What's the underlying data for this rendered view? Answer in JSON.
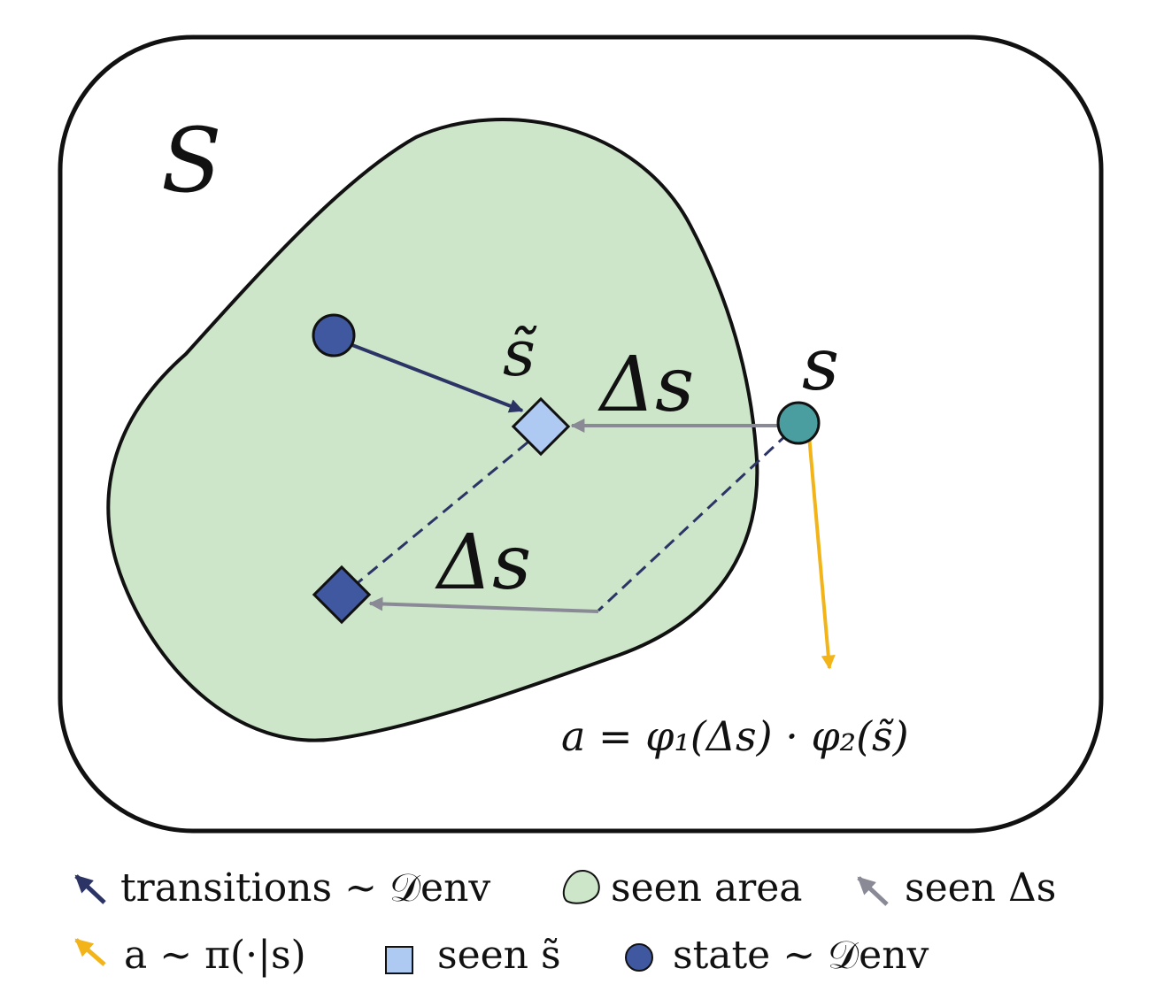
{
  "space_label": "S",
  "labels": {
    "s_tilde": "s̃",
    "s": "s",
    "delta_s_top": "Δs",
    "delta_s_bottom": "Δs",
    "formula": "a = φ₁(Δs) · φ₂(s̃)"
  },
  "legend": {
    "row1": [
      {
        "icon": "transition-arrow-icon",
        "text": "transitions ∼ 𝒟env"
      },
      {
        "icon": "seen-area-icon",
        "text": "seen area"
      },
      {
        "icon": "seen-delta-arrow-icon",
        "text": "seen Δs"
      }
    ],
    "row2": [
      {
        "icon": "action-arrow-icon",
        "text": "a ∼ π(·|s)"
      },
      {
        "icon": "seen-square-icon",
        "text": "seen s̃"
      },
      {
        "icon": "state-dot-icon",
        "text": "state ∼ 𝒟env"
      }
    ]
  },
  "colors": {
    "seen_area_fill": "#cde5c9",
    "transition_arrow": "#2c3466",
    "seen_delta_arrow": "#8a8a96",
    "action_arrow": "#f2b418",
    "state_fill": "#3f58a0",
    "seen_s_tilde_fill": "#aec9f2",
    "current_state_fill": "#4a9ea0",
    "outline": "#111111"
  }
}
